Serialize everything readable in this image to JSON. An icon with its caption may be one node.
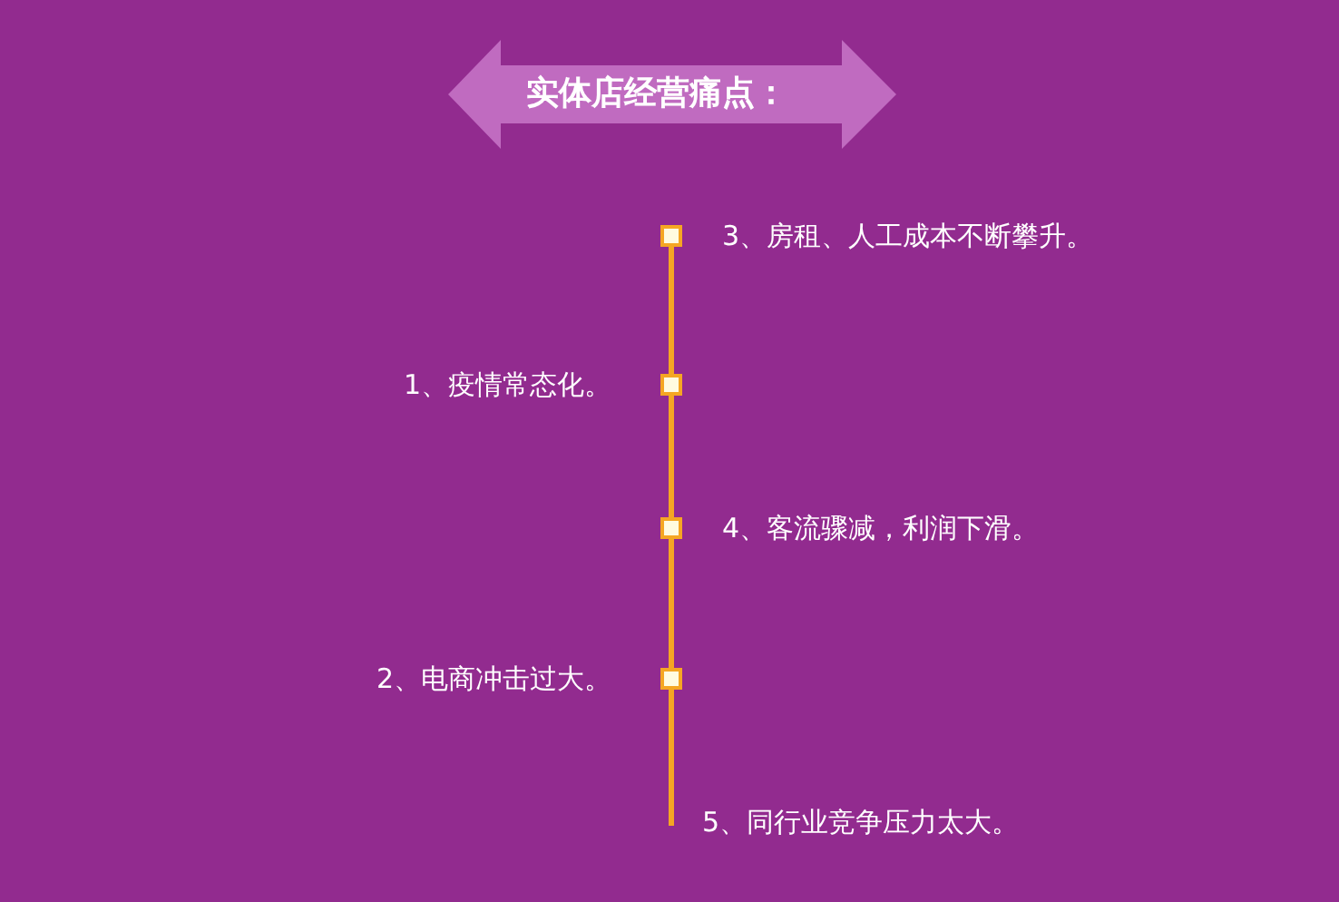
{
  "diagram": {
    "title": "实体店经营痛点：",
    "labels": [
      "3、房租、人工成本不断攀升。",
      "1、疫情常态化。",
      "4、客流骤减，利润下滑。",
      "2、电商冲击过大。",
      "5、同行业竞争压力太大。"
    ]
  }
}
